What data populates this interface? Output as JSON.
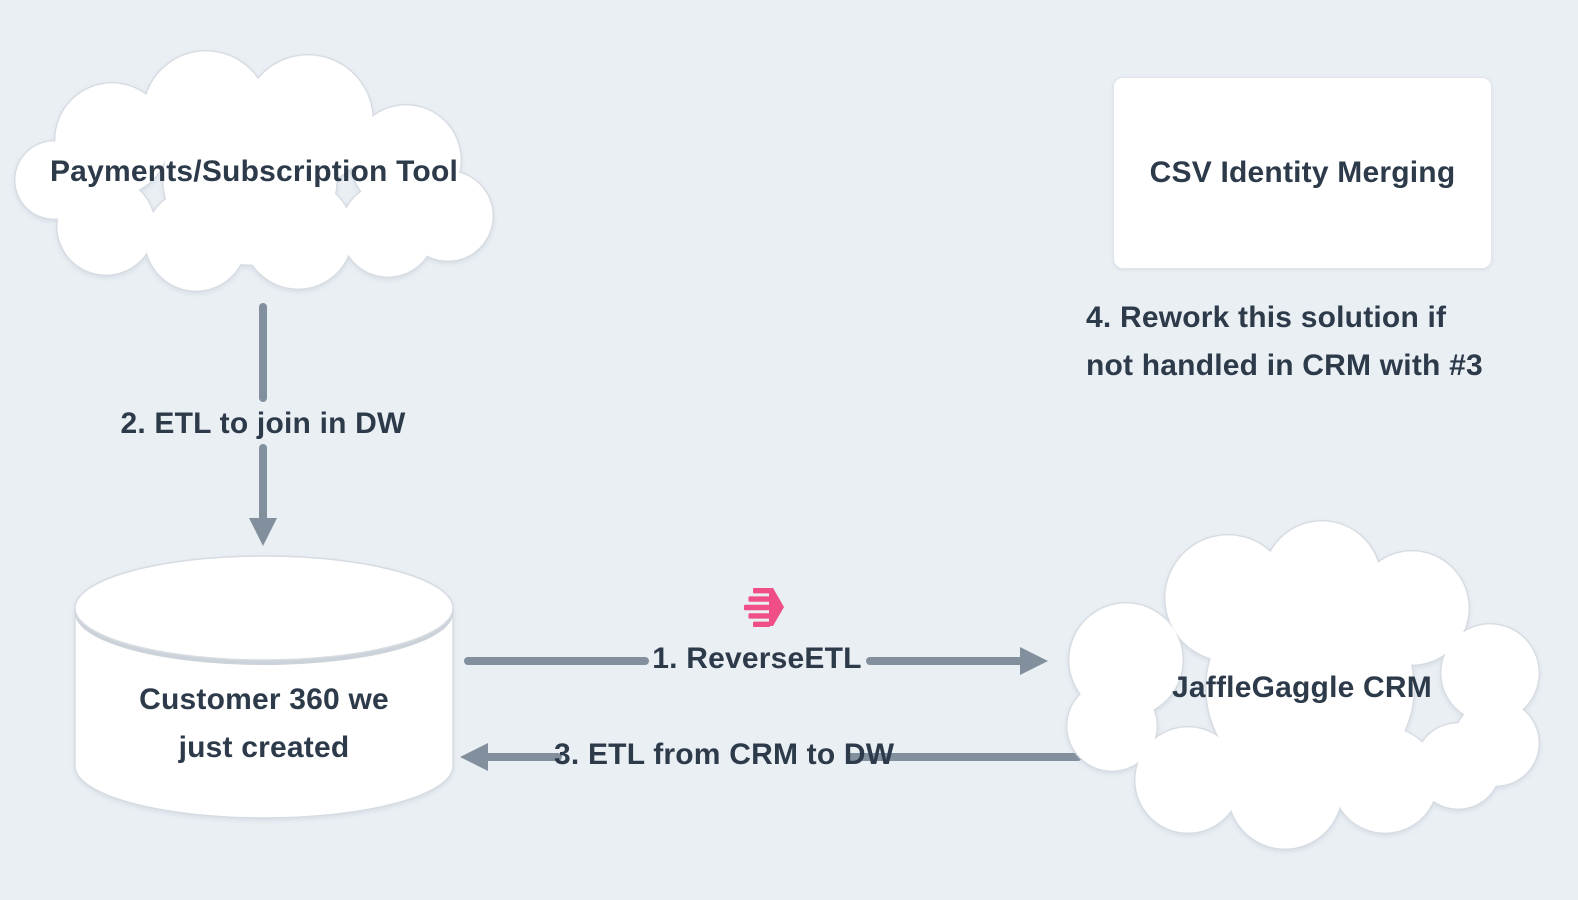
{
  "canvas": {
    "background_color": "#eaeff4"
  },
  "colors": {
    "text": "#2d3a4a",
    "arrow": "#82909e",
    "shape_fill": "#ffffff",
    "shape_border": "#d7dce2",
    "accent_pink": "#ef4e87"
  },
  "nodes": {
    "payments_cloud": {
      "label": "Payments/Subscription Tool"
    },
    "csv_card": {
      "label": "CSV Identity Merging"
    },
    "rework_note": {
      "lines": [
        "4. Rework this solution if",
        "not handled in CRM with #3"
      ]
    },
    "warehouse_db": {
      "lines": [
        "Customer 360 we",
        "just created"
      ]
    },
    "crm_cloud": {
      "label": "JaffleGaggle CRM"
    }
  },
  "edges": {
    "etl_to_dw": {
      "label": "2. ETL to join in DW"
    },
    "reverse_etl": {
      "label": "1. ReverseETL"
    },
    "etl_from_crm": {
      "label": "3. ETL from CRM to DW"
    }
  },
  "icons": {
    "hightouch_logo": "hightouch-logo"
  }
}
